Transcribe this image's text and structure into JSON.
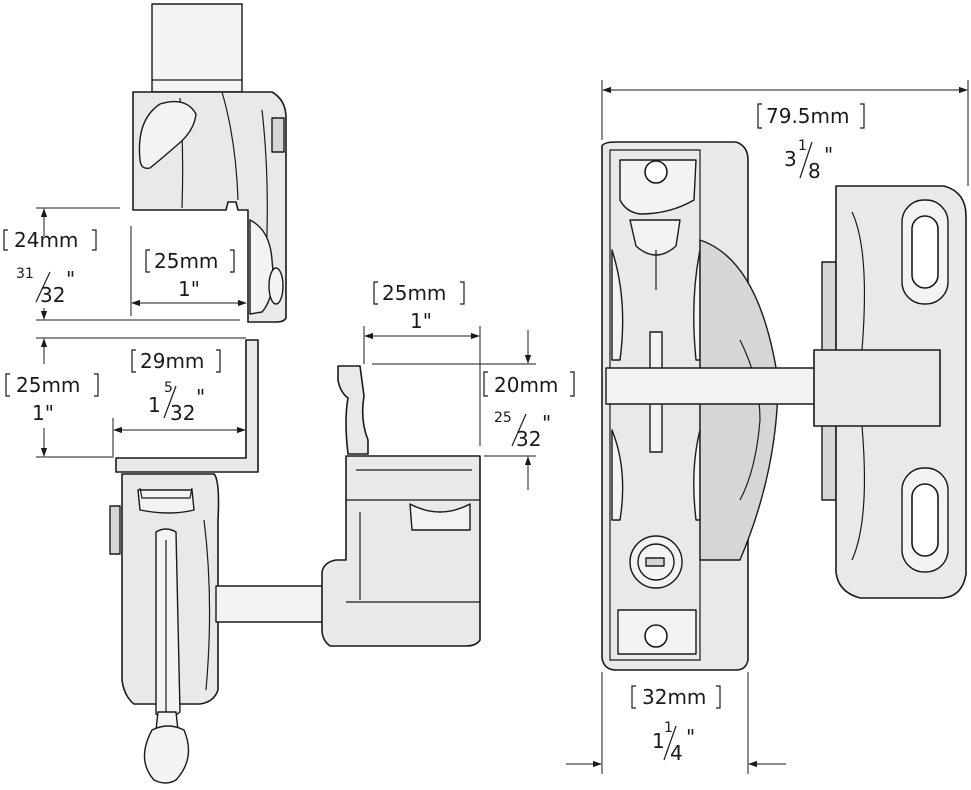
{
  "dimensions": {
    "dim_24mm": {
      "mm": "24mm",
      "whole": "",
      "num": "31",
      "den": "32",
      "inch": "\""
    },
    "dim_25mm_top": {
      "mm": "25mm",
      "inch": "1\""
    },
    "dim_25mm_left": {
      "mm": "25mm",
      "inch": "1\""
    },
    "dim_29mm": {
      "mm": "29mm",
      "whole": "1",
      "num": "5",
      "den": "32",
      "inch": "\""
    },
    "dim_25mm_mid": {
      "mm": "25mm",
      "inch": "1\""
    },
    "dim_20mm": {
      "mm": "20mm",
      "whole": "",
      "num": "25",
      "den": "32",
      "inch": "\""
    },
    "dim_79mm": {
      "mm": "79.5mm",
      "whole": "3",
      "num": "1",
      "den": "8",
      "inch": "\""
    },
    "dim_32mm": {
      "mm": "32mm",
      "whole": "1",
      "num": "1",
      "den": "4",
      "inch": "\""
    }
  }
}
